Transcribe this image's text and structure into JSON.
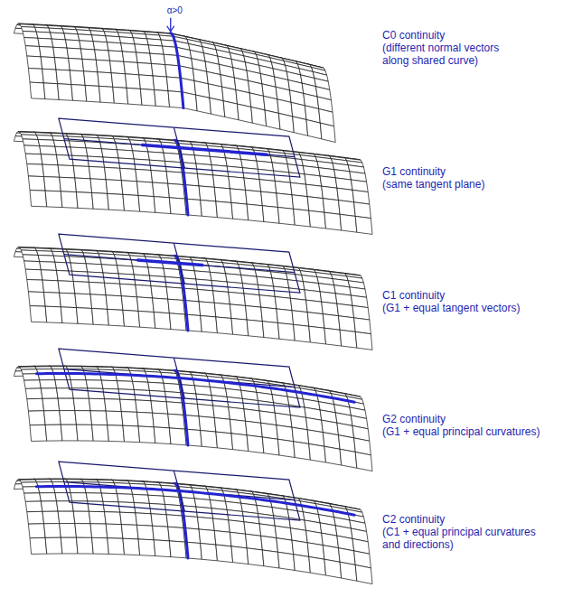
{
  "diagram": {
    "labels": [
      "α>0",
      "C0 continuity",
      "(different normal vectors along shared curve)",
      "G1 continuity",
      "(same tangent plane)",
      "C1 continuity",
      "(G1 + equal tangent vectors)",
      "G2 continuity",
      "(G1 + equal principal curvatures)",
      "C2 continuity",
      "(C1 + equal principal curvatures and directions)"
    ]
  }
}
